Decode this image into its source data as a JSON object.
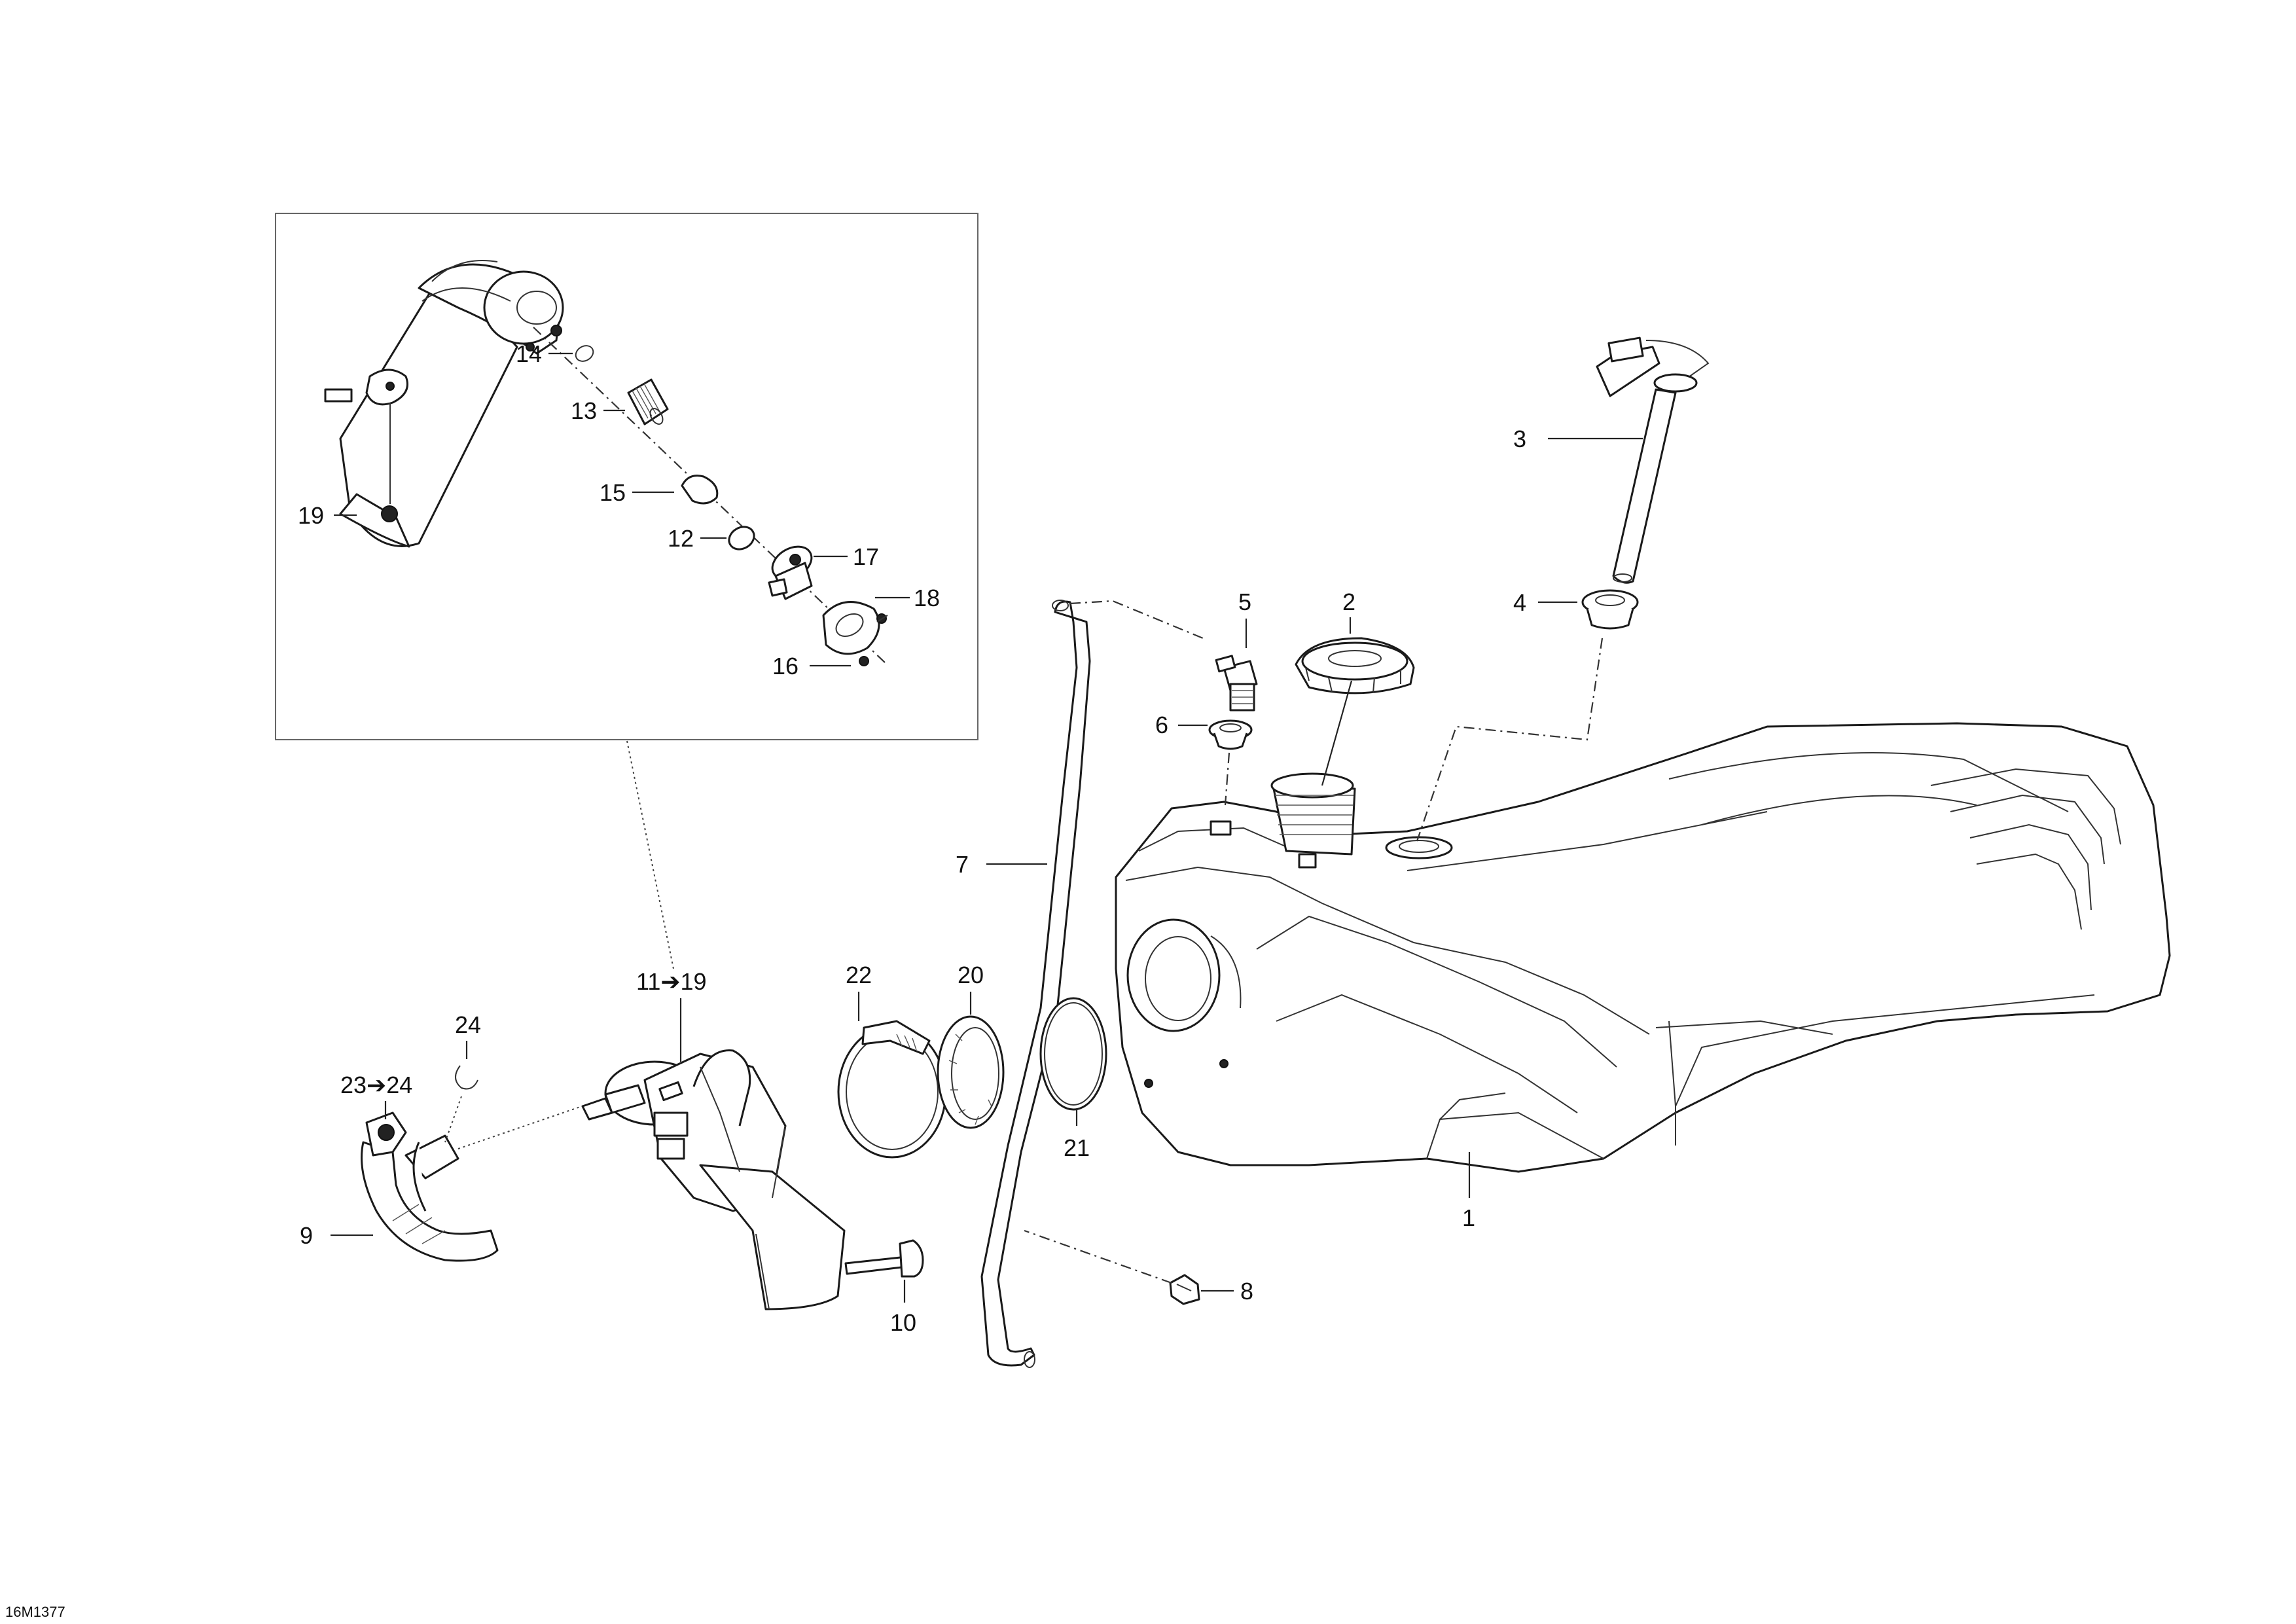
{
  "diagram_ref": "16M1377",
  "callouts": {
    "c1": "1",
    "c2": "2",
    "c3": "3",
    "c4": "4",
    "c5": "5",
    "c6": "6",
    "c7": "7",
    "c8": "8",
    "c9": "9",
    "c10": "10",
    "c11": "11➔19",
    "c12": "12",
    "c13": "13",
    "c14": "14",
    "c15": "15",
    "c16": "16",
    "c17": "17",
    "c18": "18",
    "c19": "19",
    "c20": "20",
    "c21": "21",
    "c22": "22",
    "c23": "23➔24",
    "c24": "24"
  }
}
